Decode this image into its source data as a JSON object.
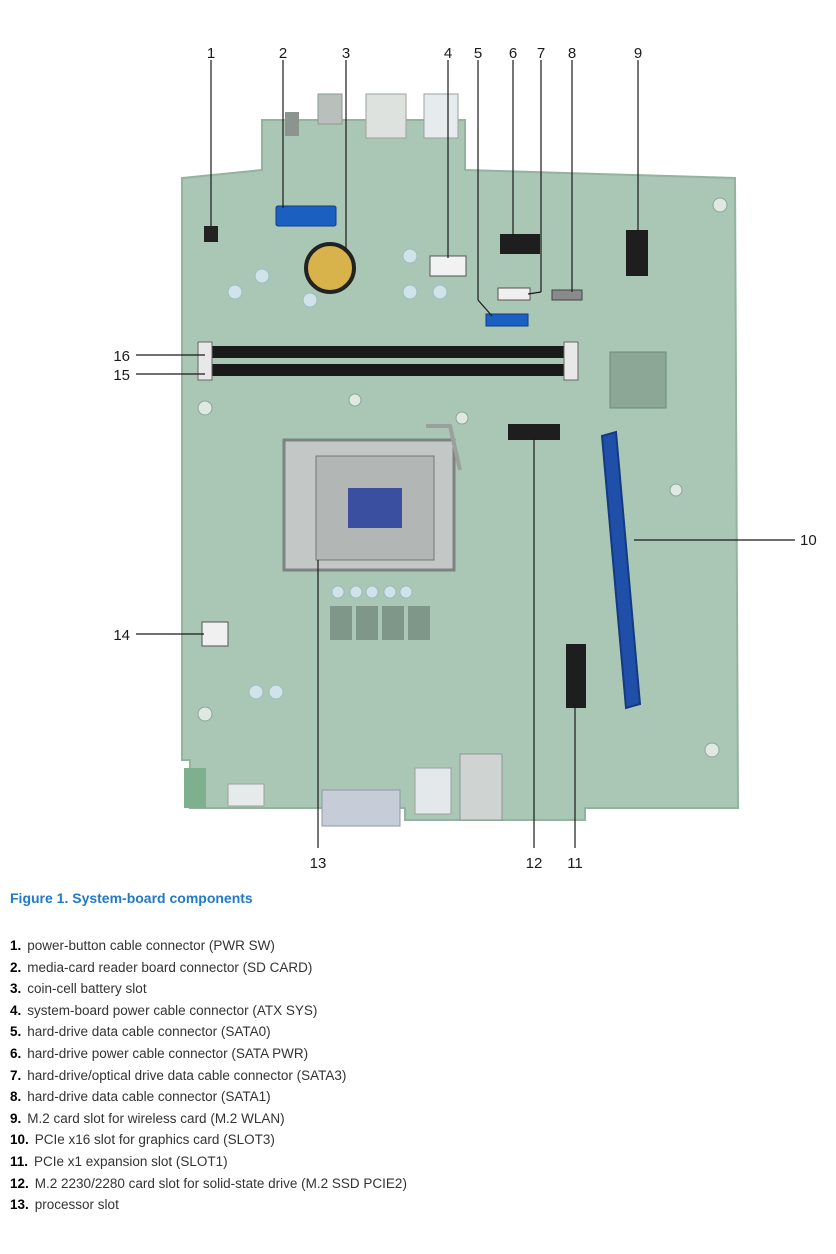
{
  "callouts": [
    "1",
    "2",
    "3",
    "4",
    "5",
    "6",
    "7",
    "8",
    "9",
    "10",
    "11",
    "12",
    "13",
    "14",
    "15",
    "16"
  ],
  "figure_caption": "Figure 1. System-board components",
  "legend": [
    {
      "num": "1.",
      "text": "power-button cable connector (PWR SW)"
    },
    {
      "num": "2.",
      "text": "media-card reader board connector (SD CARD)"
    },
    {
      "num": "3.",
      "text": "coin-cell battery slot"
    },
    {
      "num": "4.",
      "text": "system-board power cable connector (ATX SYS)"
    },
    {
      "num": "5.",
      "text": "hard-drive data cable connector (SATA0)"
    },
    {
      "num": "6.",
      "text": "hard-drive power cable connector (SATA PWR)"
    },
    {
      "num": "7.",
      "text": "hard-drive/optical drive data cable connector (SATA3)"
    },
    {
      "num": "8.",
      "text": "hard-drive data cable connector (SATA1)"
    },
    {
      "num": "9.",
      "text": "M.2 card slot for wireless card (M.2 WLAN)"
    },
    {
      "num": "10.",
      "text": "PCIe x16 slot for graphics card (SLOT3)"
    },
    {
      "num": "11.",
      "text": "PCIe x1 expansion slot (SLOT1)"
    },
    {
      "num": "12.",
      "text": "M.2 2230/2280 card slot for solid-state drive (M.2 SSD PCIE2)"
    },
    {
      "num": "13.",
      "text": "processor slot"
    }
  ],
  "colors": {
    "board": "#a9c7b4",
    "board_edge": "#93b39f",
    "slot_blue": "#1f4fa8",
    "caption": "#1f7ac8"
  }
}
